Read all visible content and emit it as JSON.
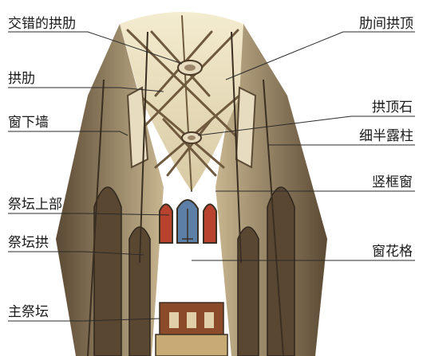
{
  "labels": {
    "interlaced_ribs": "交错的拱肋",
    "rib": "拱肋",
    "window_wall": "窗下墙",
    "reredos_upper": "祭坛上部",
    "altar_arch": "祭坛拱",
    "main_altar": "主祭坛",
    "panel": "肋间拱顶",
    "keystone": "拱顶石",
    "colonnette": "细半露柱",
    "mullion_window": "竖框窗",
    "tracery": "窗花格"
  },
  "colors": {
    "stone_light": "#efe6cf",
    "stone_mid": "#c9b893",
    "stone_dark": "#6f5a3e",
    "shadow": "#2f271e",
    "glass_red": "#b8422e",
    "glass_blue": "#5c7fa8",
    "leader_line": "#2b2b2b"
  }
}
